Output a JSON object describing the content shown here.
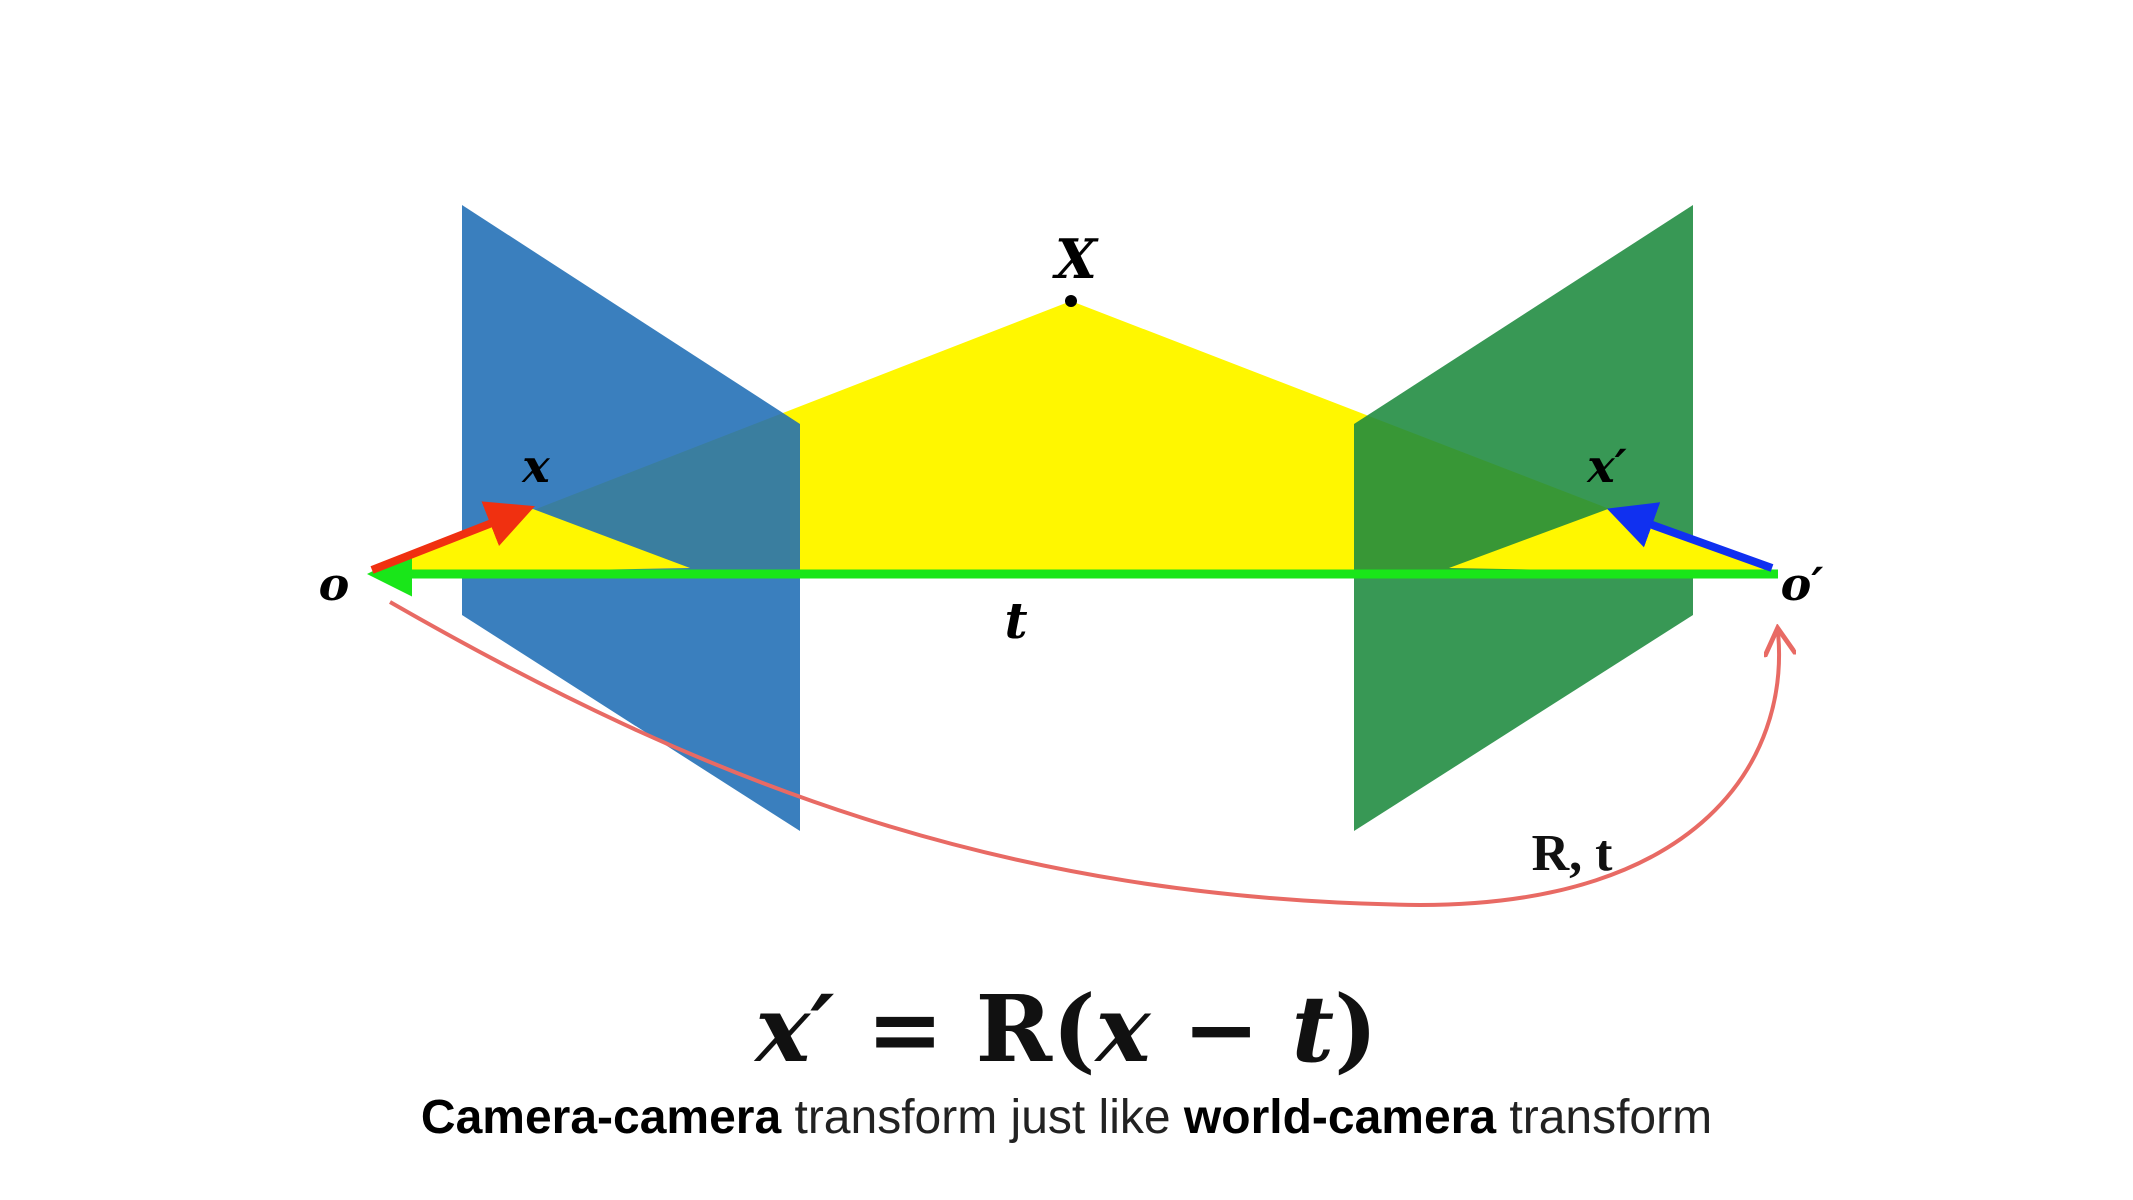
{
  "labels": {
    "point_X": "X",
    "point_x": "x",
    "point_x_prime": "x′",
    "origin_o": "o",
    "origin_o_prime": "o′",
    "baseline_t": "t",
    "transform_Rt": "R, t"
  },
  "equation": {
    "lhs": "x′",
    "eq": " = ",
    "R": "R",
    "open": "(",
    "x": "x",
    "minus": " − ",
    "t": "t",
    "close": ")"
  },
  "caption": {
    "part1_bold": "Camera-camera",
    "part2": " transform just like ",
    "part3_bold": "world-camera",
    "part4": " transform"
  },
  "colors": {
    "left_plane": "#1f6db5",
    "right_plane": "#1c8a3e",
    "epipolar_plane": "#fff700",
    "baseline": "#19e619",
    "ray_x": "#f03010",
    "ray_x_prime": "#1030f0",
    "transform_arc": "#e86a64"
  }
}
